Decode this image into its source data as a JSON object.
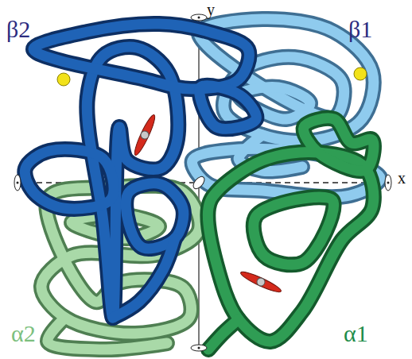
{
  "diagram": {
    "labels": [
      "β2",
      "β1",
      "α2",
      "α1",
      "y",
      "x"
    ]
  }
}
